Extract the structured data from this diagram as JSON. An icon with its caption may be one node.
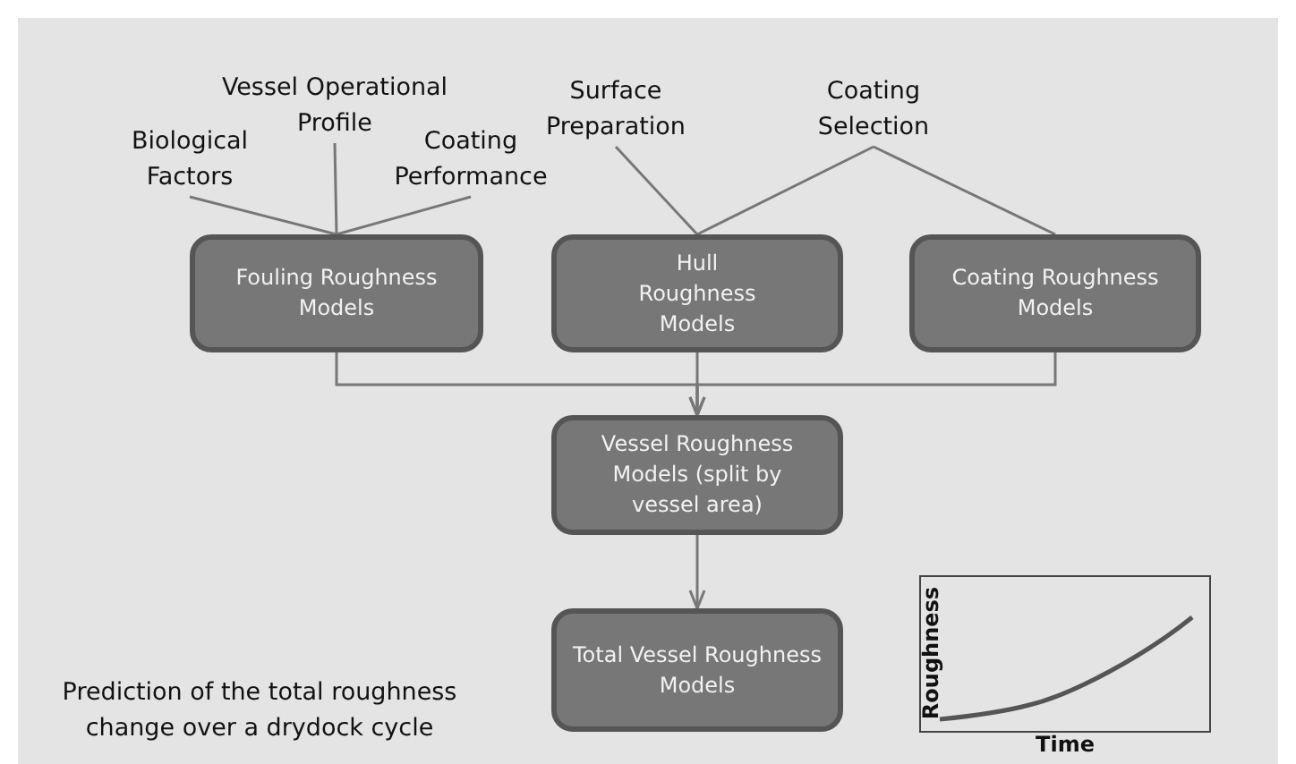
{
  "diagram": {
    "nodes": [
      {
        "text": [
          "Biological Factors"
        ]
      },
      {
        "text": [
          "Vessel Operational Profile"
        ]
      },
      {
        "text": [
          "Coating Performance"
        ]
      },
      {
        "text": [
          "Surface Preparation"
        ]
      },
      {
        "text": [
          "Coating Selection"
        ]
      },
      {
        "text": [
          "Fouling Roughness Models"
        ]
      },
      {
        "text": [
          "Hull Roughness Models"
        ]
      },
      {
        "text": [
          "Coating Roughness Models"
        ]
      },
      {
        "text": [
          "Vessel Roughness Models (split by vessel area)"
        ]
      },
      {
        "text": [
          "Total Vessel Roughness Models"
        ]
      }
    ],
    "edges": [
      {
        "from": 0,
        "to": 5,
        "arrow": "none"
      },
      {
        "from": 1,
        "to": 5,
        "arrow": "none"
      },
      {
        "from": 2,
        "to": 5,
        "arrow": "none"
      },
      {
        "from": 3,
        "to": 6,
        "arrow": "none"
      },
      {
        "from": 4,
        "to": 6,
        "arrow": "none"
      },
      {
        "from": 4,
        "to": 7,
        "arrow": "none"
      },
      {
        "from": 5,
        "to": 8,
        "arrow": "to"
      },
      {
        "from": 6,
        "to": 8,
        "arrow": "to"
      },
      {
        "from": 7,
        "to": 8,
        "arrow": "to"
      },
      {
        "from": 8,
        "to": 9,
        "arrow": "to"
      }
    ],
    "labels": [
      "Roughness",
      "Time",
      "Prediction of the total roughness change over a drydock cycle"
    ]
  }
}
